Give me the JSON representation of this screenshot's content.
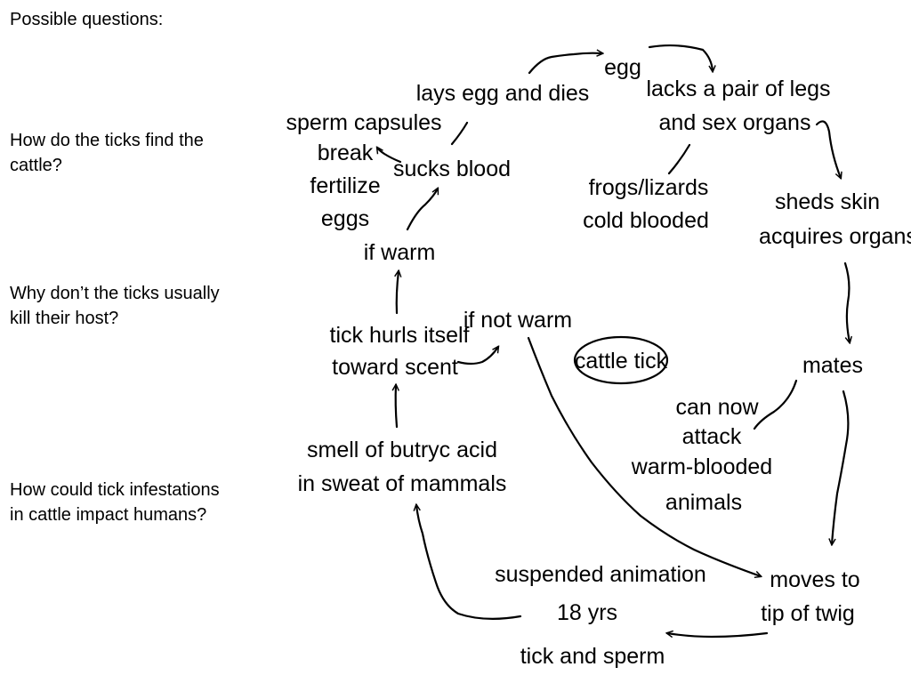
{
  "heading": "Possible questions:",
  "questions": [
    "How do the ticks find the\ncattle?",
    "Why don’t the ticks usually\nkill their host?",
    "How could tick infestations\nin cattle impact humans?"
  ],
  "center_label": "cattle tick",
  "nodes": {
    "egg": "egg",
    "lacks_legs": [
      "lacks a pair of legs",
      "and sex organs"
    ],
    "frogs": [
      "frogs/lizards",
      "cold blooded"
    ],
    "sheds_skin": [
      "sheds skin",
      "acquires organs"
    ],
    "mates": "mates",
    "can_attack": [
      "can now",
      "attack",
      "warm-blooded",
      "animals"
    ],
    "moves_twig": [
      "moves to",
      "tip of twig"
    ],
    "suspended": [
      "suspended animation",
      "18 yrs",
      "tick and sperm"
    ],
    "smell": [
      "smell of butryc acid",
      "in sweat of mammals"
    ],
    "hurls": [
      "tick hurls itself",
      "toward scent"
    ],
    "if_not_warm": "if not warm",
    "if_warm": "if warm",
    "sucks": "sucks blood",
    "sperm": [
      "sperm capsules",
      "break",
      "fertilize",
      "eggs"
    ],
    "lays": "lays egg and dies"
  }
}
